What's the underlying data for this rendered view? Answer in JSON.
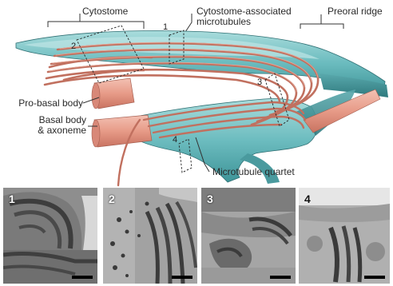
{
  "labels": {
    "cytostome": "Cytostome",
    "cytostome_mt": "Cytostome-associated\nmicrotubules",
    "preoral_ridge": "Preoral ridge",
    "pro_basal_body": "Pro-basal body",
    "basal_body": "Basal body\n& axoneme",
    "microtubule_quartet": "Microtubule quartet"
  },
  "plane_numbers": [
    "1",
    "2",
    "3",
    "4"
  ],
  "panels": [
    {
      "number": "1"
    },
    {
      "number": "2"
    },
    {
      "number": "3"
    },
    {
      "number": "4"
    }
  ],
  "colors": {
    "cytostome_teal": "#6fbfc2",
    "microtubule": "#c97a6e",
    "basal_body": "#e8a898",
    "background": "#ffffff"
  }
}
